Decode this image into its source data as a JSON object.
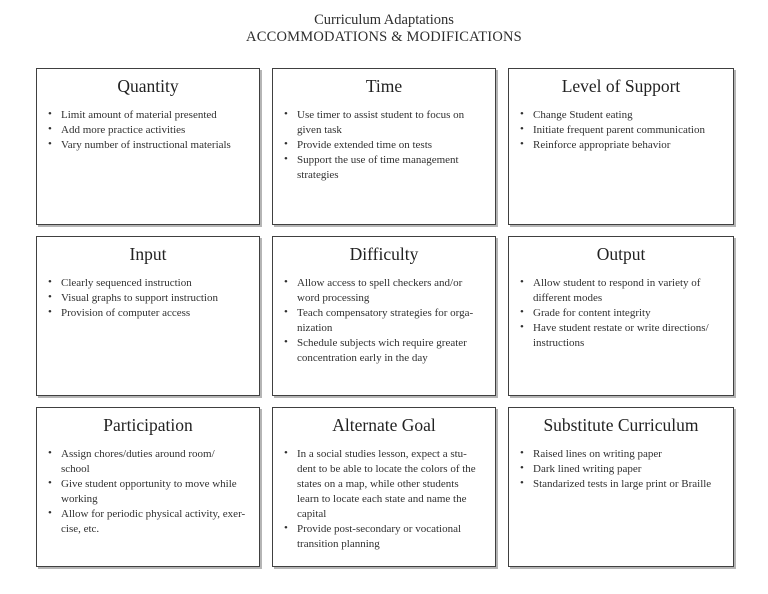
{
  "header": {
    "title_line1": "Curriculum Adaptations",
    "title_line2": "ACCOMMODATIONS & MODIFICATIONS"
  },
  "colors": {
    "background": "#ffffff",
    "text": "#2b2b2b",
    "border": "#404040",
    "shadow": "#b5b5b5"
  },
  "boxes": [
    {
      "title": "Quantity",
      "bullets": [
        "Limit amount of material presented",
        "Add more practice activities",
        "Vary number of instructional materials"
      ]
    },
    {
      "title": "Time",
      "bullets": [
        "Use timer to assist student to focus on\ngiven task",
        "Provide extended time on tests",
        "Support the use of time management\nstrategies"
      ]
    },
    {
      "title": "Level of Support",
      "bullets": [
        "Change Student eating",
        "Initiate frequent parent communication",
        "Reinforce appropriate behavior"
      ]
    },
    {
      "title": "Input",
      "bullets": [
        "Clearly sequenced instruction",
        "Visual graphs to support instruction",
        "Provision of computer access"
      ]
    },
    {
      "title": "Difficulty",
      "bullets": [
        "Allow access to spell checkers and/or\nword processing",
        "Teach compensatory strategies for orga-\nnization",
        "Schedule subjects wich require greater\nconcentration early in the day"
      ]
    },
    {
      "title": "Output",
      "bullets": [
        "Allow student to respond in variety of\ndifferent modes",
        "Grade for content integrity",
        "Have student restate or write directions/\ninstructions"
      ]
    },
    {
      "title": "Participation",
      "bullets": [
        "Assign chores/duties around room/\nschool",
        "Give student opportunity to move while\nworking",
        "Allow for periodic physical activity, exer-\ncise, etc."
      ]
    },
    {
      "title": "Alternate Goal",
      "bullets": [
        "In a social studies lesson, expect a stu-\ndent to be able to locate the colors of the\nstates on a map, while other students\nlearn to locate each state and name the\ncapital",
        "Provide post-secondary or vocational\ntransition planning"
      ]
    },
    {
      "title": "Substitute Curriculum",
      "bullets": [
        "Raised lines on writing paper",
        "Dark lined writing paper",
        "Standarized tests in large print or Braille"
      ]
    }
  ]
}
